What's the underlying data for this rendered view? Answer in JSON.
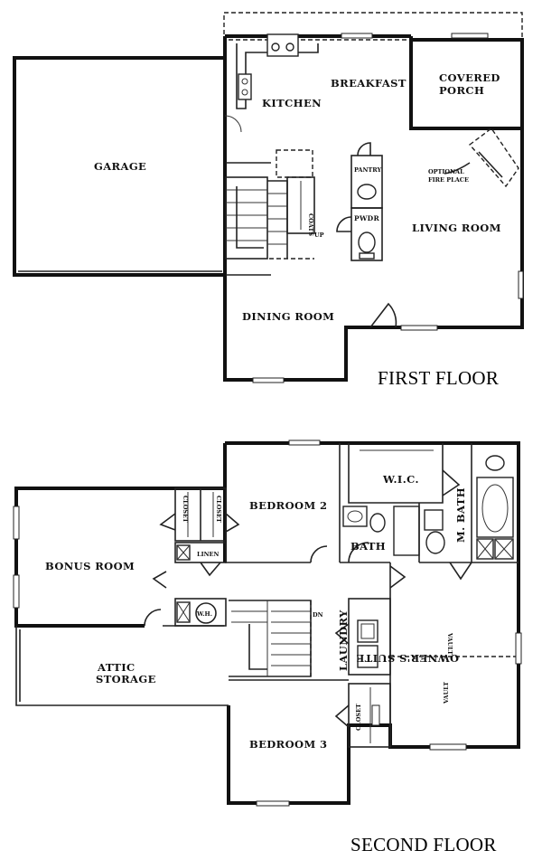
{
  "floors": {
    "first": {
      "title": "FIRST FLOOR",
      "rooms": {
        "garage": "GARAGE",
        "kitchen": "KITCHEN",
        "breakfast": "BREAKFAST",
        "covered_porch_1": "COVERED",
        "covered_porch_2": "PORCH",
        "pantry": "PANTRY",
        "coats": "COATS",
        "optional_fireplace_1": "OPTIONAL",
        "optional_fireplace_2": "FIRE PLACE",
        "powder": "PWDR",
        "up": "UP",
        "living_room": "LIVING ROOM",
        "dining_room": "DINING ROOM"
      }
    },
    "second": {
      "title": "SECOND FLOOR",
      "rooms": {
        "bedroom_2": "BEDROOM 2",
        "wic": "W.I.C.",
        "master_bath": "M. BATH",
        "bath": "BATH",
        "closet_a": "CLOSET",
        "closet_b": "CLOSET",
        "linen": "LINEN",
        "bonus_room": "BONUS ROOM",
        "wh": "W.H.",
        "dn": "DN",
        "laundry": "LAUNDRY",
        "vault_1": "VAULT",
        "owners_suite": "OWNER'S SUITE",
        "vault_2": "VAULT",
        "attic_1": "ATTIC",
        "attic_2": "STORAGE",
        "closet_c": "CLOSET",
        "bedroom_3": "BEDROOM 3"
      }
    }
  }
}
